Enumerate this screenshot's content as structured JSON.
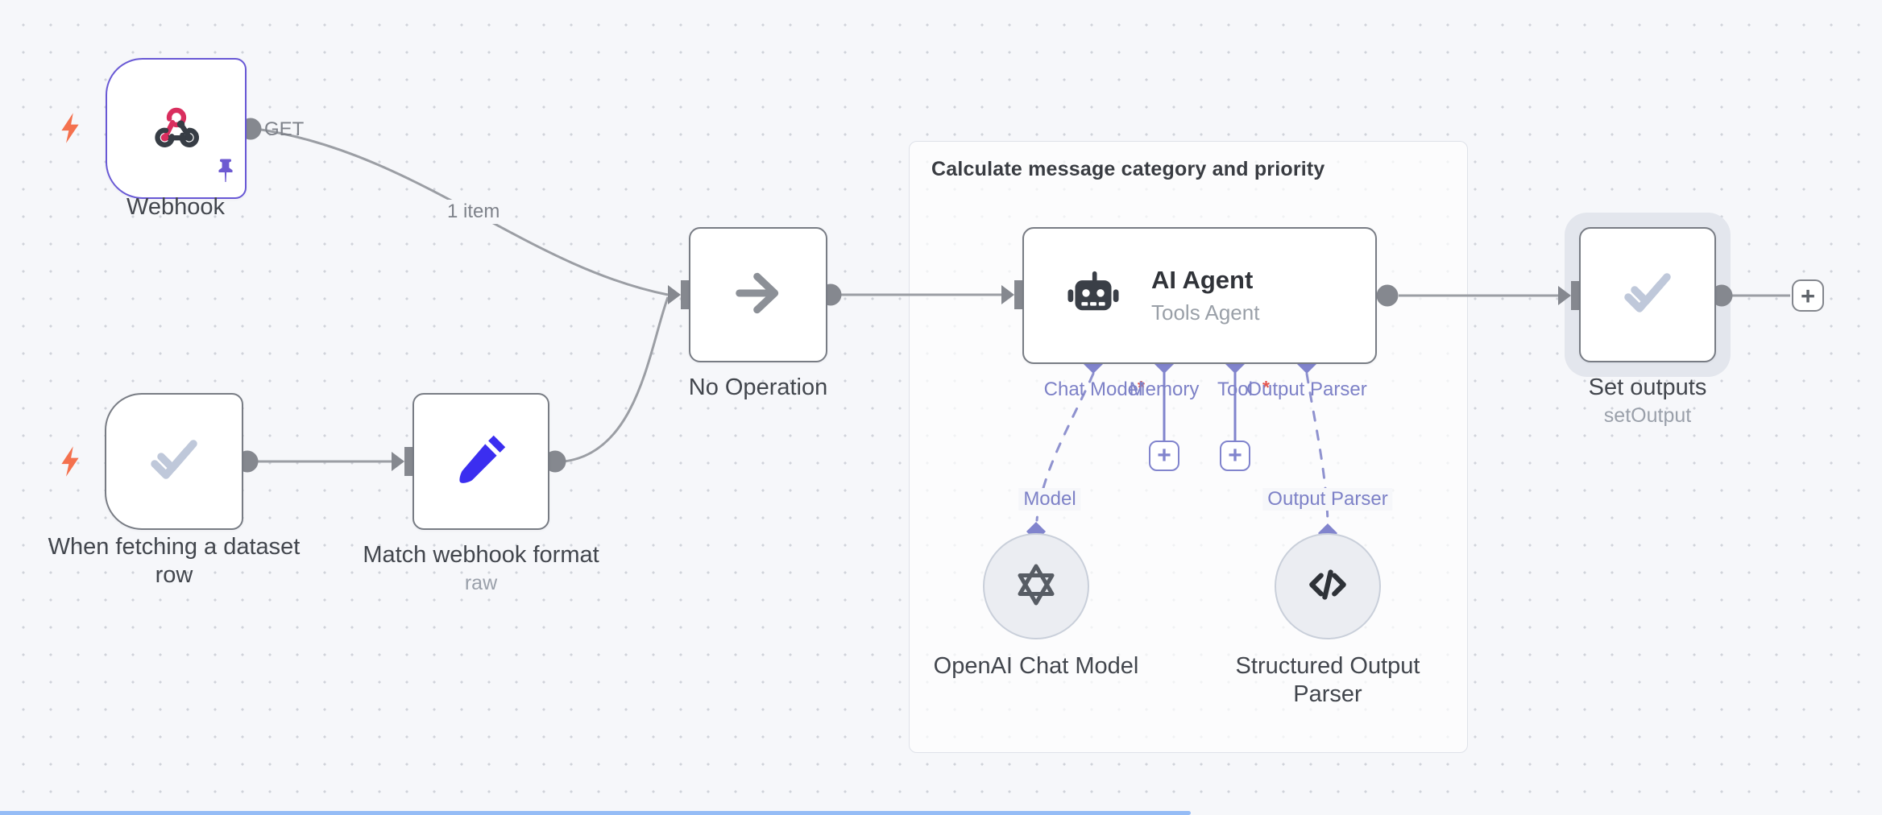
{
  "colors": {
    "canvas_bg": "#f6f7fa",
    "dot_grid": "#d0d3da",
    "node_border": "#787c84",
    "selected_border": "#6858d5",
    "connection_gray": "#9b9ea4",
    "port_purple": "#8184cd",
    "port_label_purple": "#7d81c7",
    "trigger_bolt_orange": "#f4714e",
    "webhook_pink": "#d92e5e",
    "pencil_blue": "#3b2ef0",
    "check_icon_gray": "#bfc8da",
    "required_red": "#e4564f",
    "bottom_bar_blue": "#84b1f4"
  },
  "webhook": {
    "label": "Webhook",
    "method": "GET"
  },
  "connection": {
    "items_label": "1 item"
  },
  "dataset_trigger": {
    "label": "When fetching a dataset row"
  },
  "match_format": {
    "label": "Match webhook format",
    "sublabel": "raw"
  },
  "no_operation": {
    "label": "No Operation"
  },
  "group": {
    "title": "Calculate message category and priority"
  },
  "ai_agent": {
    "title": "AI Agent",
    "subtitle": "Tools Agent",
    "required_marker": "*",
    "ports": {
      "chat_model": "Chat Model",
      "memory": "Memory",
      "tool": "Tool",
      "output_parser": "Output Parser"
    },
    "links": {
      "model": "Model",
      "output_parser": "Output Parser"
    }
  },
  "openai_chat_model": {
    "label": "OpenAI Chat Model"
  },
  "structured_output_parser": {
    "label": "Structured Output Parser"
  },
  "set_outputs": {
    "label": "Set outputs",
    "sublabel": "setOutput"
  },
  "add_button_label": "+"
}
